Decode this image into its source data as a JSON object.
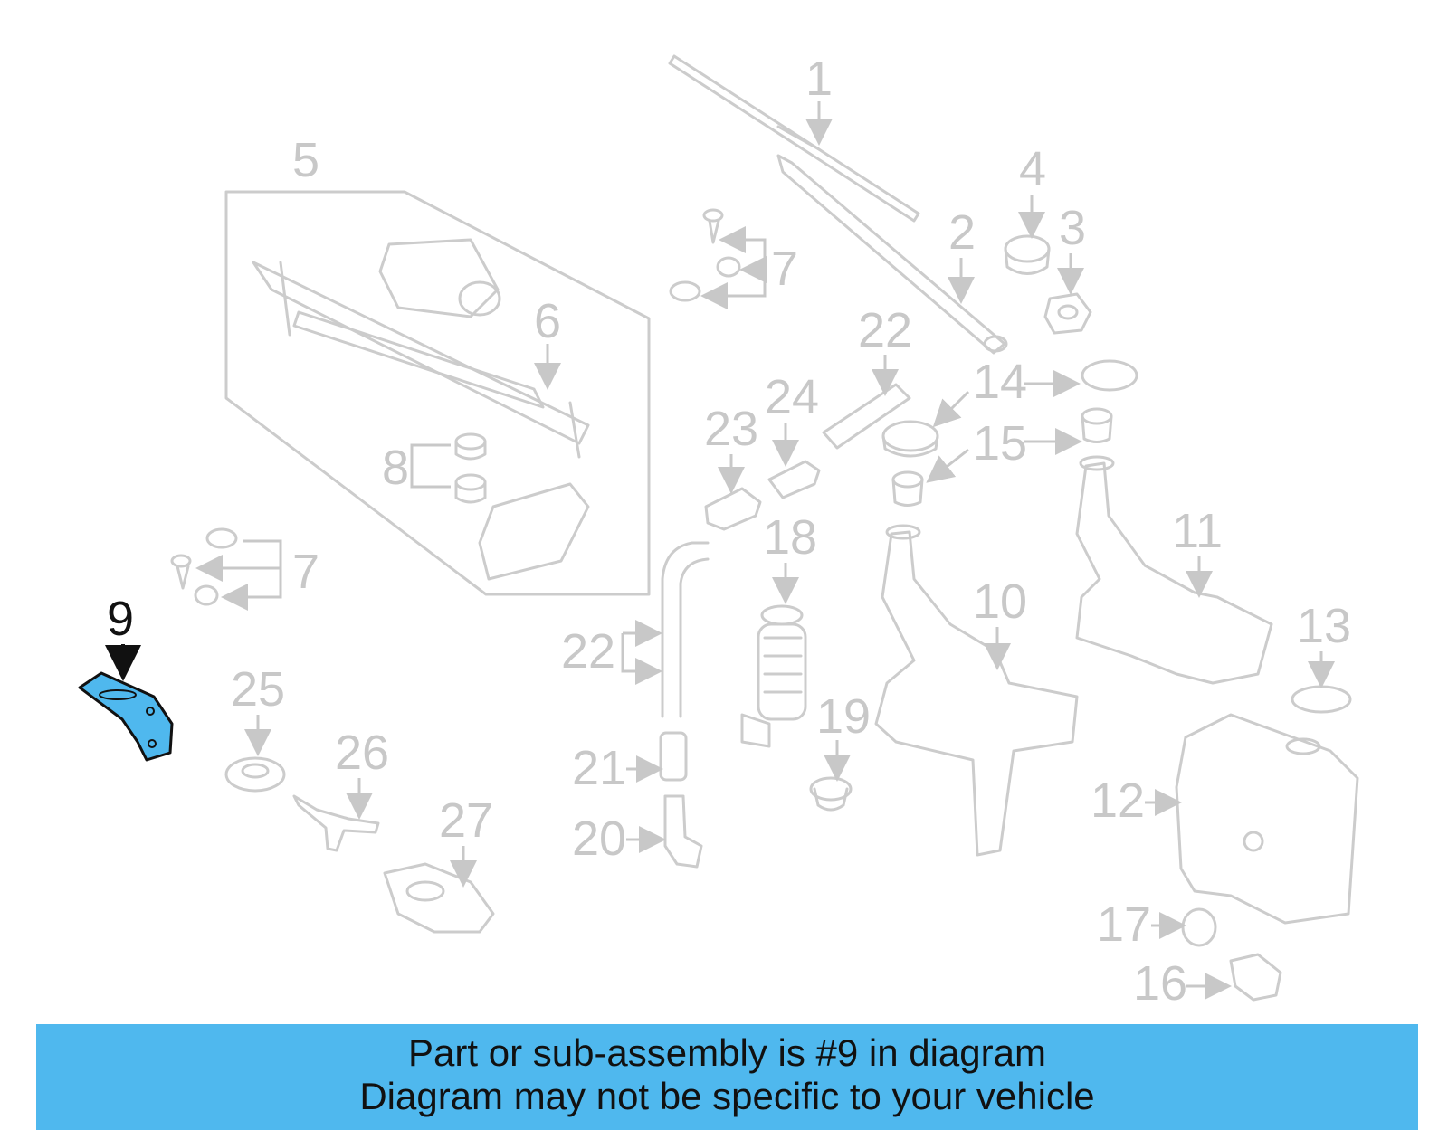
{
  "diagram": {
    "callouts": [
      "1",
      "2",
      "3",
      "4",
      "5",
      "6",
      "7",
      "7",
      "8",
      "9",
      "10",
      "11",
      "12",
      "13",
      "14",
      "15",
      "16",
      "17",
      "18",
      "19",
      "20",
      "21",
      "22",
      "22",
      "23",
      "24",
      "25",
      "26",
      "27"
    ],
    "highlighted_callout": "9",
    "highlight_color": "#4fb8ee",
    "line_color": "#cccccc"
  },
  "banner": {
    "line1": "Part or sub-assembly is #9 in diagram",
    "line2": "Diagram may not be specific to your vehicle",
    "background_color": "#4fb8ee"
  }
}
